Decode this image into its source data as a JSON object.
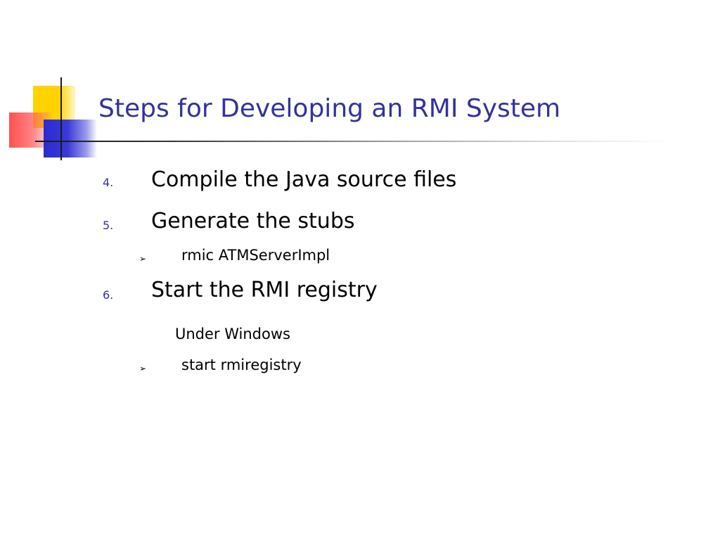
{
  "slide": {
    "title": "Steps for Developing an RMI System",
    "items": [
      {
        "number": "4.",
        "text": "Compile the Java source files"
      },
      {
        "number": "5.",
        "text": "Generate the stubs",
        "bullets": [
          "rmic ATMServerImpl"
        ]
      },
      {
        "number": "6.",
        "text": "Start the RMI registry",
        "note": "Under Windows",
        "bullets": [
          "start rmiregistry"
        ]
      }
    ],
    "bullet_glyph": "➢"
  }
}
